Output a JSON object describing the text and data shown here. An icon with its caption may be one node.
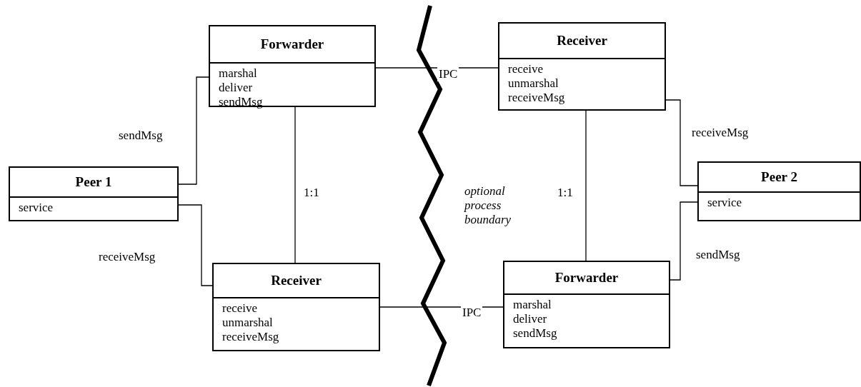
{
  "diagram": {
    "nodes": [
      {
        "text": [
          "Peer 1",
          "service"
        ]
      },
      {
        "text": [
          "Forwarder",
          "marshal",
          "deliver",
          "sendMsg"
        ]
      },
      {
        "text": [
          "Receiver",
          "receive",
          "unmarshal",
          "receiveMsg"
        ]
      },
      {
        "text": [
          "Receiver",
          "receive",
          "unmarshal",
          "receiveMsg"
        ]
      },
      {
        "text": [
          "Peer 2",
          "service"
        ]
      },
      {
        "text": [
          "Forwarder",
          "marshal",
          "deliver",
          "sendMsg"
        ]
      }
    ],
    "edges": [
      {
        "from": 0,
        "to": 1,
        "arrow": "none",
        "label": "sendMsg"
      },
      {
        "from": 0,
        "to": 2,
        "arrow": "none",
        "label": "receiveMsg"
      },
      {
        "from": 1,
        "to": 2,
        "arrow": "none",
        "label": "1:1"
      },
      {
        "from": 1,
        "to": 3,
        "arrow": "none",
        "label": "IPC"
      },
      {
        "from": 3,
        "to": 4,
        "arrow": "none",
        "label": "receiveMsg"
      },
      {
        "from": 3,
        "to": 5,
        "arrow": "none",
        "label": "1:1"
      },
      {
        "from": 2,
        "to": 5,
        "arrow": "none",
        "label": "IPC"
      },
      {
        "from": 5,
        "to": 4,
        "arrow": "none",
        "label": "sendMsg"
      }
    ],
    "labels": [
      "optional process boundary"
    ]
  }
}
